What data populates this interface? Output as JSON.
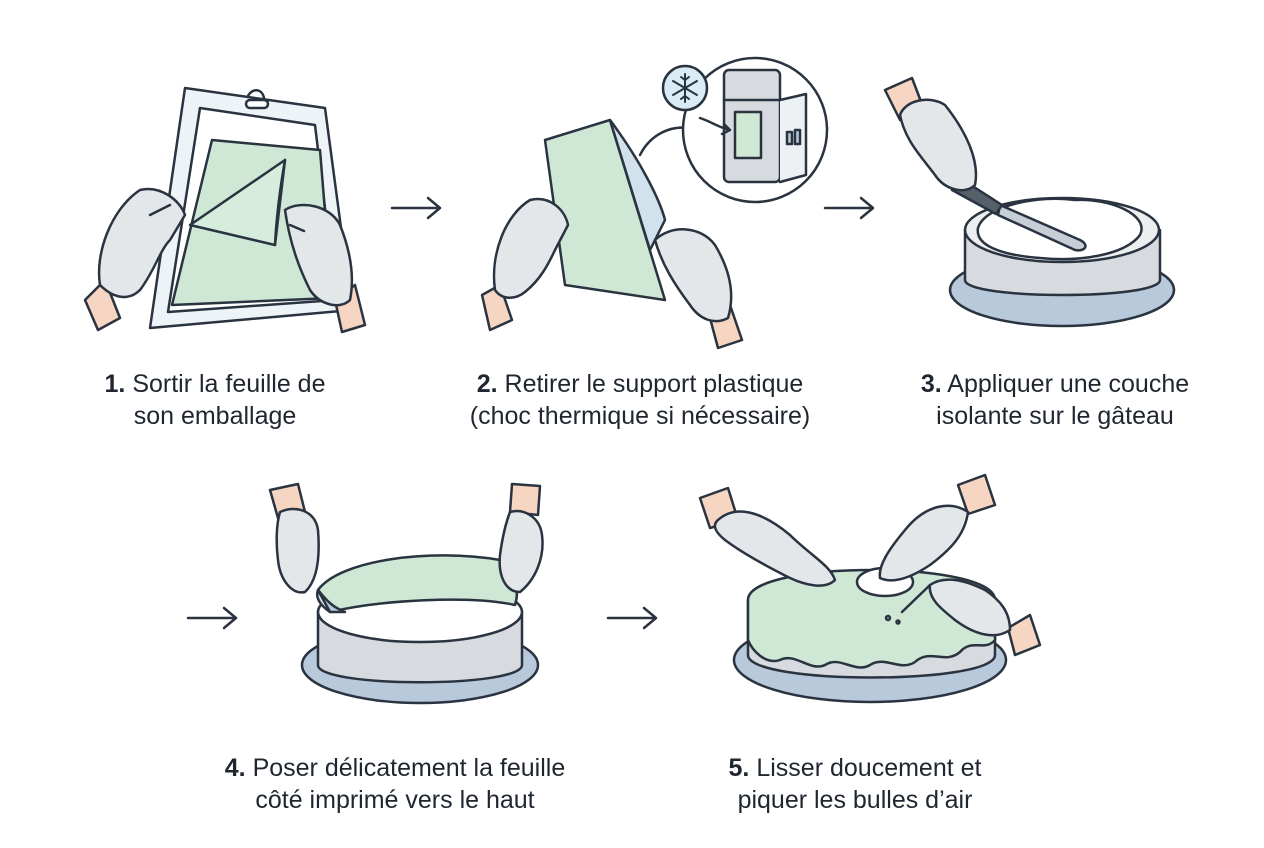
{
  "steps": [
    {
      "number": "1.",
      "line1": "Sortir la feuille de",
      "line2": "son emballage"
    },
    {
      "number": "2.",
      "line1": "Retirer le support plastique",
      "line2": "(choc thermique si nécessaire)"
    },
    {
      "number": "3.",
      "line1": "Appliquer une couche",
      "line2": "isolante sur le gâteau"
    },
    {
      "number": "4.",
      "line1": "Poser délicatement la feuille",
      "line2": "côté imprimé vers le haut"
    },
    {
      "number": "5.",
      "line1": "Lisser doucement et",
      "line2": "piquer les bulles d’air"
    }
  ],
  "colors": {
    "outline": "#2a3340",
    "sheet": "#cfe7d5",
    "glove": "#e4e7ea",
    "skin": "#f6d6c2",
    "cake": "#d7dade",
    "board": "#b9c9dc"
  }
}
